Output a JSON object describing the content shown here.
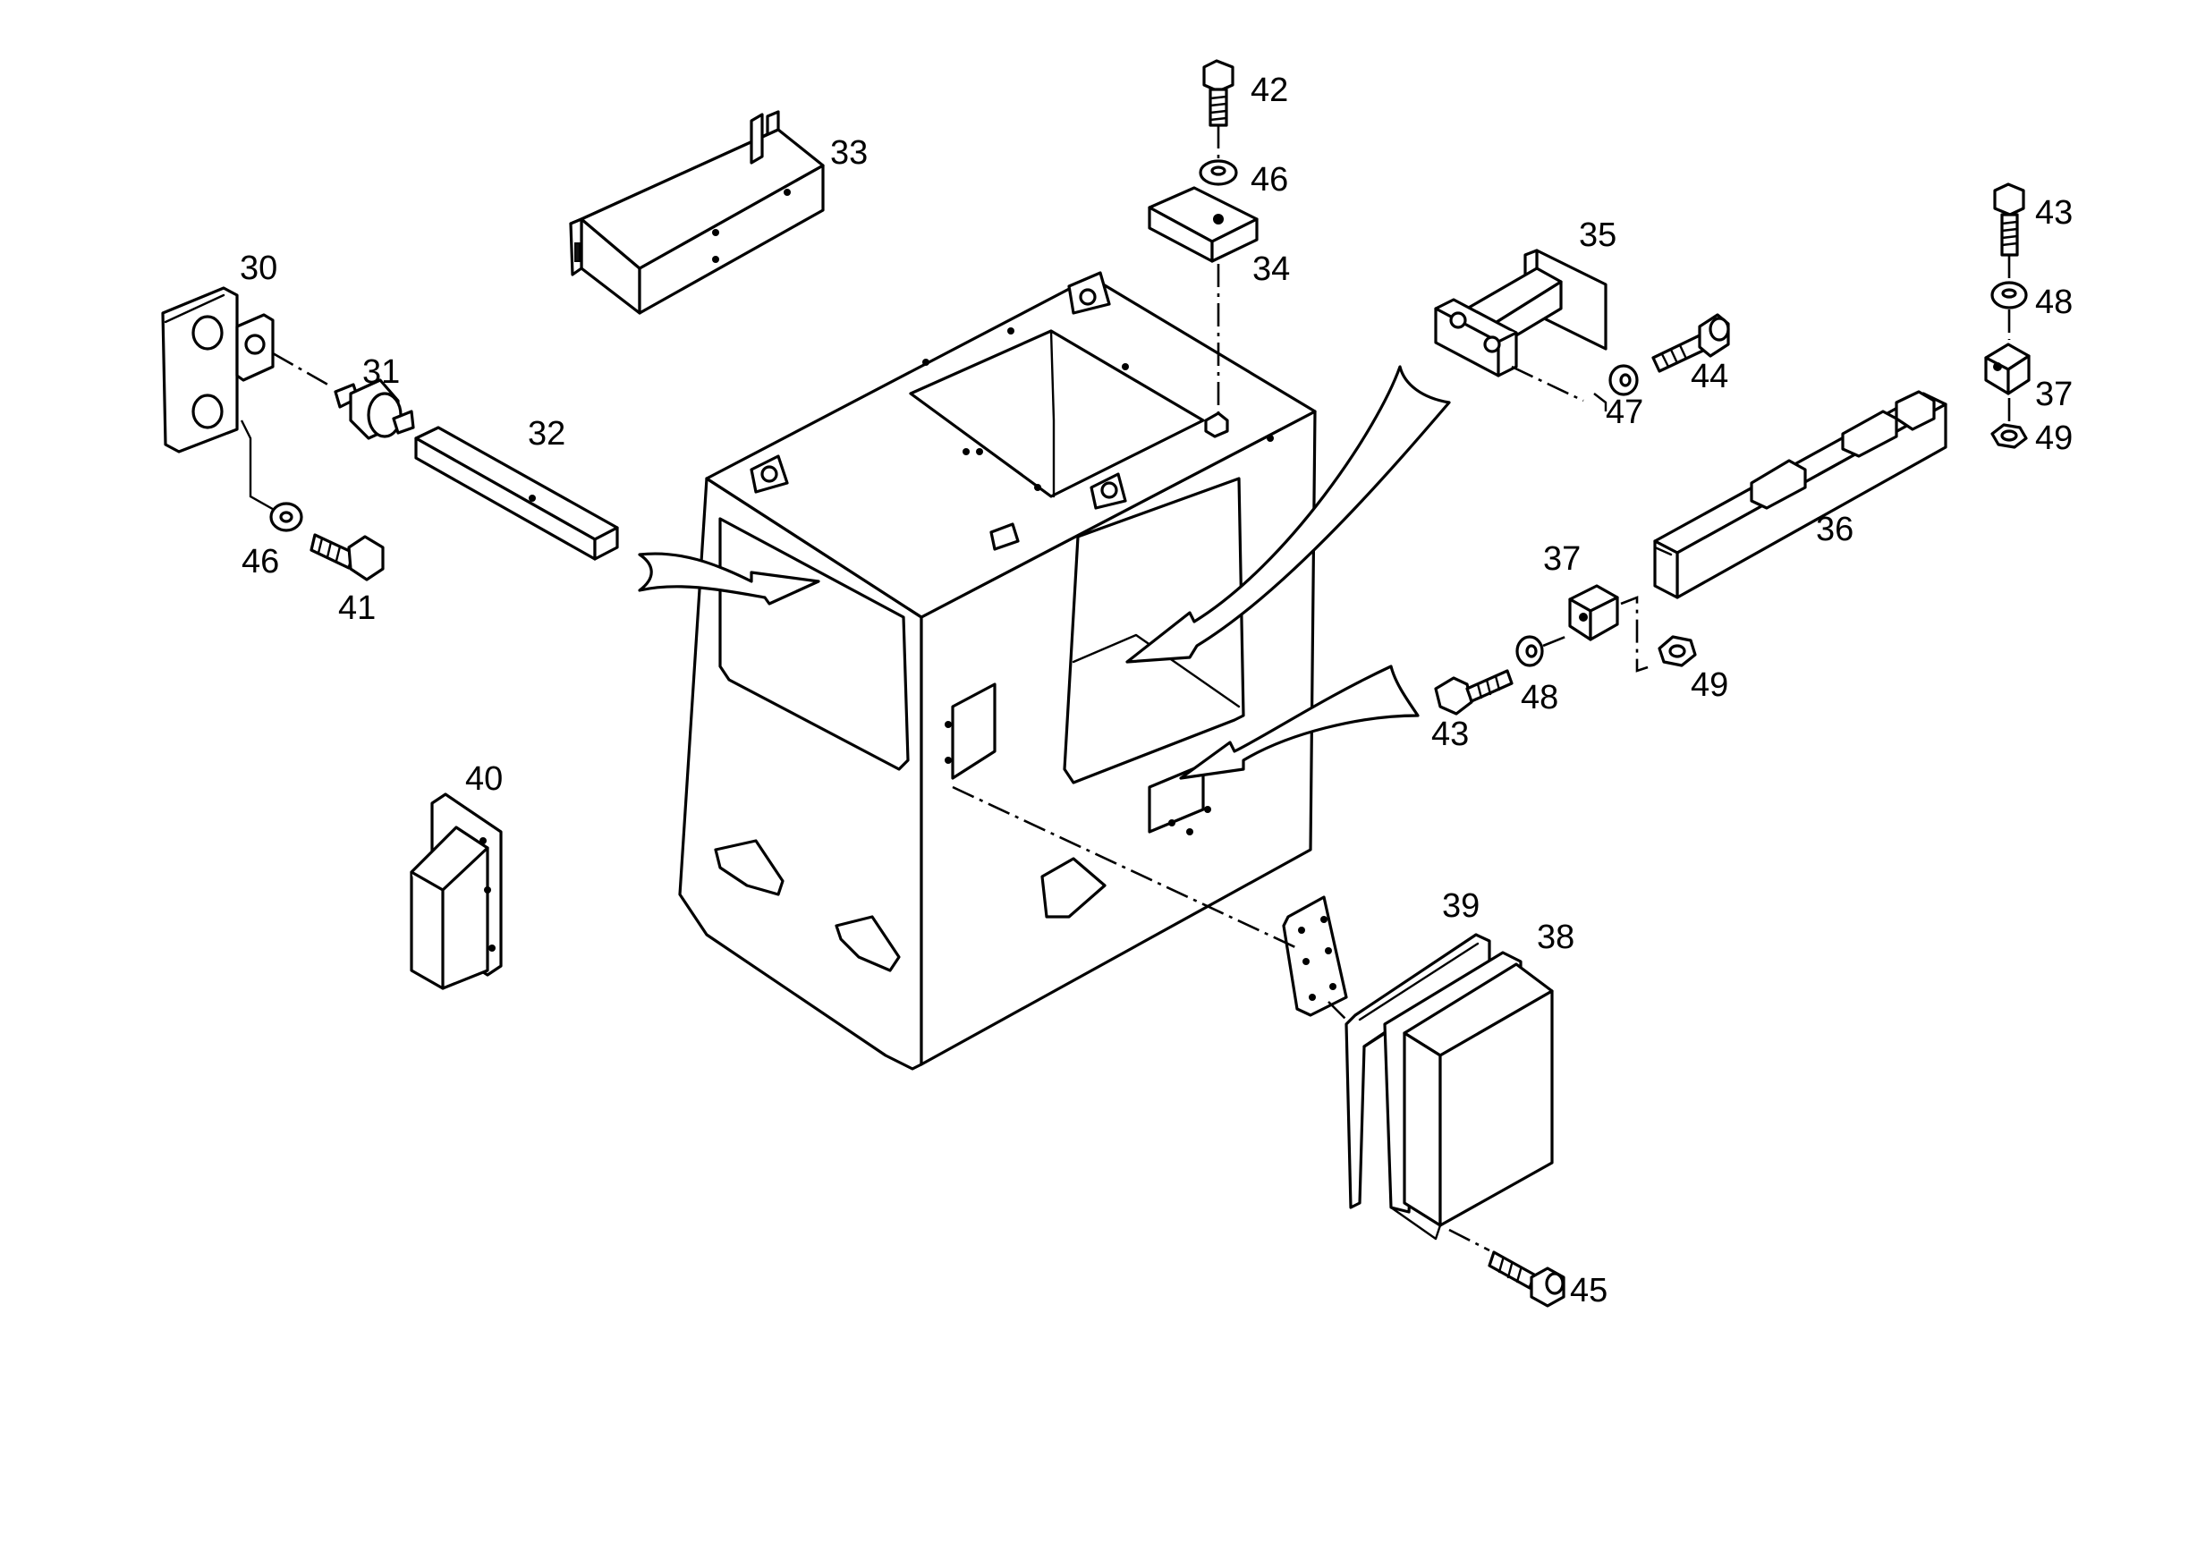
{
  "callouts": {
    "p30": "30",
    "p31": "31",
    "p32": "32",
    "p33": "33",
    "p34": "34",
    "p35": "35",
    "p36": "36",
    "p37a": "37",
    "p37b": "37",
    "p38": "38",
    "p39": "39",
    "p40": "40",
    "p41": "41",
    "p42": "42",
    "p43a": "43",
    "p43b": "43",
    "p44": "44",
    "p45": "45",
    "p46a": "46",
    "p46b": "46",
    "p47": "47",
    "p48a": "48",
    "p48b": "48",
    "p49a": "49",
    "p49b": "49"
  },
  "colors": {
    "line": "#000000",
    "background": "#ffffff"
  }
}
